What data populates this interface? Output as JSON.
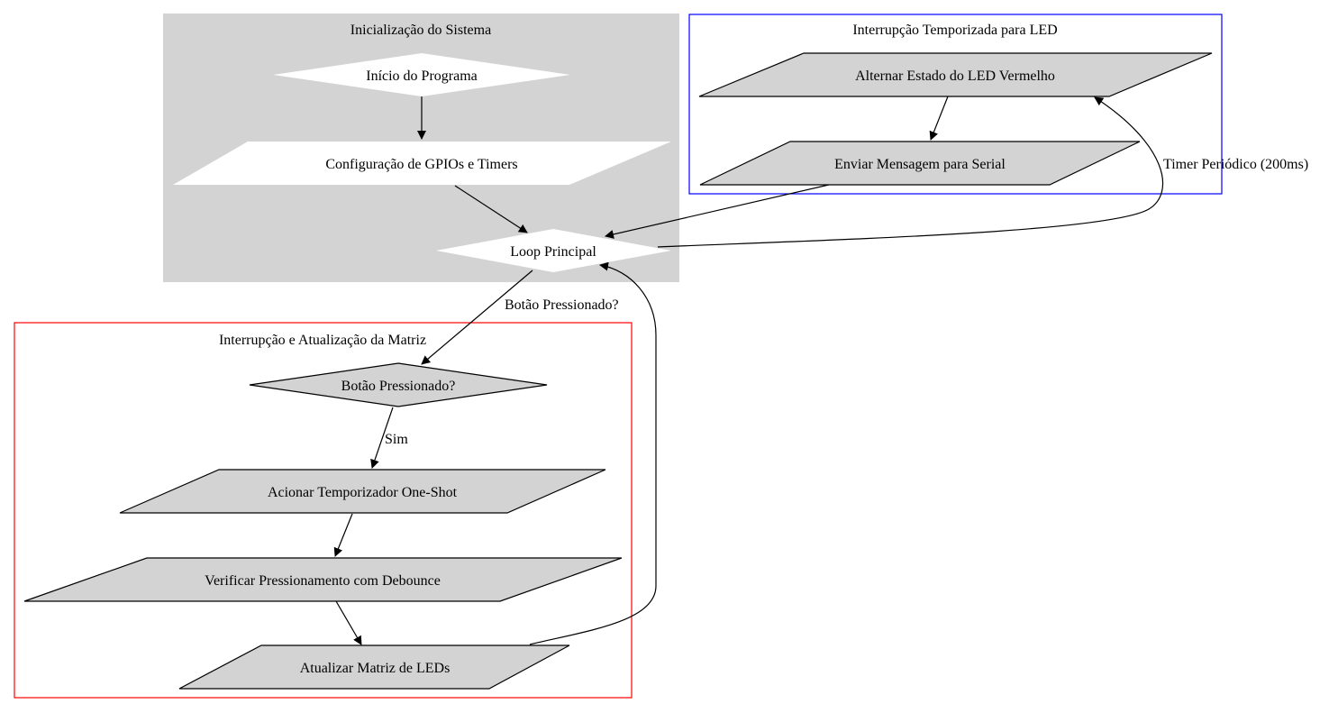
{
  "clusters": {
    "init": {
      "title": "Inicialização do Sistema"
    },
    "timer": {
      "title": "Interrupção Temporizada para LED"
    },
    "matrix": {
      "title": "Interrupção e Atualização da Matriz"
    }
  },
  "nodes": {
    "start": "Início do Programa",
    "config": "Configuração de GPIOs e Timers",
    "loop": "Loop Principal",
    "toggle_led": "Alternar Estado do LED Vermelho",
    "send_serial": "Enviar Mensagem para Serial",
    "button_check": "Botão Pressionado?",
    "one_shot": "Acionar Temporizador One-Shot",
    "debounce": "Verificar Pressionamento com Debounce",
    "update_matrix": "Atualizar Matriz de LEDs"
  },
  "edge_labels": {
    "timer_periodic": "Timer Periódico (200ms)",
    "button_pressed": "Botão Pressionado?",
    "yes": "Sim"
  },
  "colors": {
    "init_cluster_fill": "#d3d3d3",
    "timer_cluster_border": "#0000ff",
    "matrix_cluster_border": "#ff0000",
    "node_fill_gray": "#d3d3d3",
    "node_fill_white": "#ffffff"
  }
}
